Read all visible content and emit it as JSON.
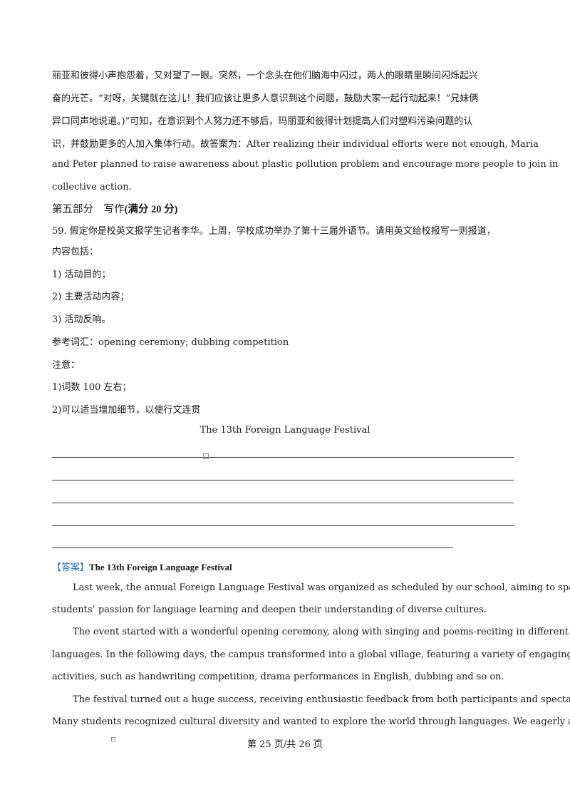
{
  "paragraph_lines": [
    "丽亚和彼得小声抱怨着，又对望了一眼。突然，一个念头在他们脑海中闪过，两人的眼睛里瞬间闪烁起兴",
    "奋的光芒。“对呀，关键就在这儿！我们应该让更多人意识到这个问题，鼓励大家一起行动起来！”兄妹俩",
    "异口同声地说道。)”可知，在意识到个人努力还不够后，玛丽亚和彼得计划提高人们对塑料污染问题的认",
    "识，并鼓励更多的人加入集体行动。故答案为：After realizing their individual efforts were not enough, Maria",
    "and Peter planned to raise awareness about plastic pollution problem and encourage more people to join in",
    "collective action."
  ],
  "section": {
    "prefix": "第五部分　写作",
    "bold_part": "(满分 20 分)"
  },
  "question": {
    "lines": [
      "59. 假定你是校英文报学生记者李华。上周，学校成功举办了第十三届外语节。请用英文给校报写一则报道，",
      "内容包括："
    ],
    "points": [
      "1)  活动目的；",
      "2)  主要活动内容；",
      "3)  活动反响。"
    ],
    "vocab": "参考词汇：opening ceremony; dubbing competition",
    "notes_label": "注意：",
    "notes": [
      "1)词数  100 左右；",
      "2)可以适当增加细节，以使行文连贯"
    ],
    "essay_title": "The 13th Foreign Language Festival"
  },
  "answer": {
    "tag": "【答案】",
    "title": "The 13th Foreign Language Festival",
    "lines": [
      "Last week, the annual Foreign Language Festival was organized as scheduled by our school, aiming to spark",
      "students’ passion for language learning and deepen their understanding of diverse cultures.",
      "The event started with a wonderful opening ceremony, along with singing and poems-reciting in different",
      "languages. In the following days, the campus transformed into a global village, featuring a variety of engaging",
      "activities, such as handwriting competition, drama performances in English, dubbing and so on.",
      "The festival turned out a huge success, receiving enthusiastic feedback from both participants and spectators.",
      "Many students recognized cultural diversity and wanted to explore the world through languages. We eagerly await"
    ]
  },
  "footer": "第 25 页/共 26 页"
}
